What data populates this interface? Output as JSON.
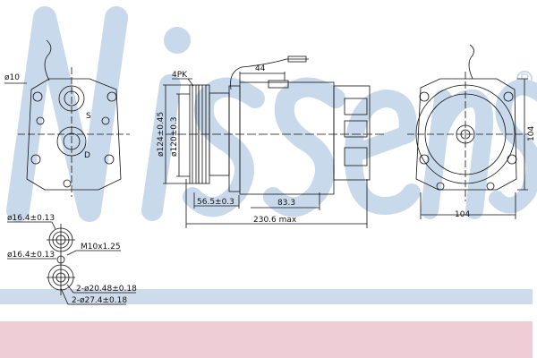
{
  "watermark": {
    "brand": "Nissens",
    "registered": "®"
  },
  "colors": {
    "band_blue": "#cddbea",
    "band_pink": "#efcdd6",
    "line": "#111111",
    "watermark": "#c9d9ec"
  },
  "front_view": {
    "dia_label": "ø10",
    "mark_s": "S",
    "mark_d": "D"
  },
  "side_view": {
    "belt": "4PK",
    "dim_44": "44",
    "dia_124": "ø124±0.45",
    "dia_120": "ø120±0.3",
    "dim_56": "56.5±0.3",
    "dim_83": "83.3",
    "dim_230": "230.6 max"
  },
  "rear_view": {
    "width": "104",
    "height": "104"
  },
  "port_detail": {
    "dia_top": "ø16.4±0.13",
    "dia_mid": "ø16.4±0.13",
    "thread": "M10x1.25",
    "dia_2048": "2-ø20.48±0.18",
    "dia_274": "2-ø27.4±0.18"
  }
}
